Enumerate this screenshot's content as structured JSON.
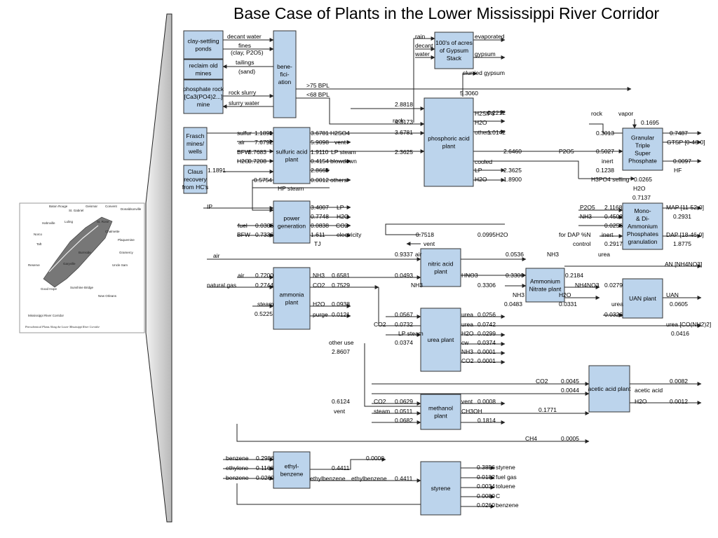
{
  "title": "Base Case of Plants in the Lower Mississippi River Corridor",
  "map": {
    "labels": [
      "Baton Rouge",
      "St. Gabriel",
      "Geismar",
      "Convent",
      "Donaldsonville",
      "Hahnville",
      "Norco",
      "Taft",
      "Luling",
      "St. Rose",
      "Chalmette",
      "Plaquemine",
      "Gramercy",
      "Uncle Sam",
      "Burnside",
      "Garyville",
      "Reserve",
      "Good Hope",
      "Sunshine Bridge",
      "New Orleans",
      "Mississippi River Corridor"
    ],
    "caption": "Petrochemical Plants Along the Lower Mississippi River Corridor"
  },
  "boxes": {
    "clay_ponds": [
      "clay-settling",
      "ponds"
    ],
    "reclaim": [
      "reclaim old",
      "mines"
    ],
    "phos_mine": [
      "phosphate rock",
      "[Ca3(PO4)2...]",
      "mine"
    ],
    "benef": [
      "bene-",
      "fici-",
      "ation"
    ],
    "gypsum": [
      "100's of acres",
      "of Gypsum",
      "Stack"
    ],
    "frasch": [
      "Frasch",
      "mines/",
      "wells"
    ],
    "claus": [
      "Claus",
      "recovery",
      "from HC's"
    ],
    "sulfuric": [
      "sulfuric acid",
      "plant"
    ],
    "phosphoric": [
      "phosphoric acid",
      "plant"
    ],
    "gtsp": [
      "Granular",
      "Triple",
      "Super",
      "Phosphate"
    ],
    "power": [
      "power",
      "generation"
    ],
    "map_dap": [
      "Mono-",
      "& Di-",
      "Ammonium",
      "Phosphates",
      "granulation"
    ],
    "nitric": [
      "nitric acid",
      "plant"
    ],
    "ammonia": [
      "ammonia",
      "plant"
    ],
    "amm_nitrate": [
      "Ammonium",
      "Nitrate plant"
    ],
    "uan": [
      "UAN plant"
    ],
    "urea": [
      "urea plant"
    ],
    "acetic": [
      "acetic acid plant"
    ],
    "methanol": [
      "methanol",
      "plant"
    ],
    "ethylbenzene": [
      "ethyl-",
      "benzene"
    ],
    "styrene": [
      "styrene"
    ]
  },
  "labels": {
    "decant_water": "decant water",
    "fines": "fines",
    "clay_p2o5": "(clay, P2O5)",
    "tailings": "tailings",
    "sand": "(sand)",
    "rock_slurry": "rock slurry",
    "slurry_water": "slurry water",
    "gt75": ">75 BPL",
    "lt68": "<68 BPL",
    "rain": "rain",
    "decant": "decant",
    "water": "water",
    "evaporated": "evaporated",
    "gypsum": "gypsum",
    "slurried_gypsum": "slurried gypsum",
    "v_5_3060": "5.3060",
    "v_2_8818": "2.8818",
    "rock1": "rock",
    "v_4_5173": "4.5173",
    "rock2": "rock",
    "vapor": "vapor",
    "v_0_1695": "0.1695",
    "h2sif6": "H2SiF6",
    "v_0_2212": "0.2212",
    "h2o_p": "H2O",
    "others_p": "others",
    "v_1_0142": "1.0142",
    "sulfur": "sulfur",
    "v_1_1891a": "1.1891",
    "v_3_6781a": "3.6781",
    "h2so4": "H2SO4",
    "v_3_6781b": "3.6781",
    "air_s": "air",
    "v_7_6792": "7.6792",
    "v_5_9098": "5.9098",
    "vent_s": "vent",
    "bfw_s": "BFW",
    "v_5_7683": "5.7683",
    "v_1_9110": "1.9110",
    "lp_steam": "LP steam",
    "v_2_3625a": "2.3625",
    "h2o_s": "H2O",
    "v_0_7208": "0.7208",
    "v_0_4154": "0.4154",
    "blowdown": "blowdown",
    "v_2_8665": "2.8665",
    "v_1_1891b": "1.1891",
    "v_0_5754": "0.5754",
    "v_0_0012a": "0.0012",
    "others_s": "others",
    "hp_steam": "HP steam",
    "v_0_3013": "0.3013",
    "v_0_7487": "0.7487",
    "gtsp_out": "GTSP [0-46-0]",
    "v_2_6460": "2.6460",
    "p2o5_a": "P2O5",
    "v_0_5027": "0.5027",
    "cooled": "cooled",
    "inert_a": "inert",
    "v_0_0097": "0.0097",
    "lp_p": "LP",
    "v_2_3625b": "2.3625",
    "v_0_1238": "0.1238",
    "hf": "HF",
    "h2o_p2": "H2O",
    "v_1_8900": "1.8900",
    "h3po4": "H3PO4 selling",
    "v_0_0265": "0.0265",
    "h2o_m": "H2O",
    "v_0_7137": "0.7137",
    "ip": "IP",
    "v_3_4007": "3.4007",
    "lp_g": "LP",
    "p2o5_b": "P2O5",
    "v_2_1168": "2.1168",
    "map_out": "MAP [11-52-0]",
    "v_0_7748": "0.7748",
    "h2o_g": "H2O",
    "nh3_m": "NH3",
    "v_0_4502": "0.4502",
    "v_0_2931": "0.2931",
    "fuel": "fuel",
    "v_0_0306": "0.0306",
    "v_0_0838": "0.0838",
    "co2_g": "CO2",
    "v_0_0256a": "0.0256",
    "bfw_g": "BFW",
    "v_0_7336": "0.7336",
    "v_1_611": "1.611",
    "electricity": "electricity",
    "inert_b": "inert",
    "dap_out": "DAP [18-46-0]",
    "tj": "TJ",
    "v_0_2917": "0.2917",
    "v_1_8775": "1.8775",
    "for_dap": "for DAP %N",
    "control": "control",
    "v_0_7518": "0.7518",
    "h2o_n": "H2O",
    "v_0_0995": "0.0995",
    "vent_n": "vent",
    "air_main": "air",
    "v_0_9337": "0.9337",
    "air_n": "air",
    "v_0_0536": "0.0536",
    "nh3_n": "NH3",
    "urea_c": "urea",
    "an_out": "AN [NH4NO3]",
    "air_a": "air",
    "v_0_7200": "0.7200",
    "nh3_a": "NH3",
    "v_0_6581": "0.6581",
    "v_0_0493": "0.0493",
    "hno3": "HNO3",
    "v_0_3306a": "0.3306",
    "v_0_2184": "0.2184",
    "natural_gas": "natural gas",
    "v_0_2744": "0.2744",
    "co2_a": "CO2",
    "v_0_7529": "0.7529",
    "nh3_n2": "NH3",
    "v_0_3306b": "0.3306",
    "nh3_an": "NH3",
    "nh4no3": "NH4NO3",
    "v_0_0279": "0.0279",
    "uan_out": "UAN",
    "v_0_0483": "0.0483",
    "v_0_0331": "0.0331",
    "h2o_an": "H2O",
    "steam_a": "steam",
    "h2o_a": "H2O",
    "v_0_0938": "0.0938",
    "urea_u": "urea",
    "v_0_0605": "0.0605",
    "v_0_5225": "0.5225",
    "purge": "purge",
    "v_0_0121": "0.0121",
    "v_0_0326": "0.0326",
    "v_0_0567": "0.0567",
    "urea_o1": "urea",
    "v_0_0256b": "0.0256",
    "urea_out": "urea [CO(NH2)2]",
    "co2_u": "CO2",
    "v_0_0732": "0.0732",
    "urea_o2": "urea",
    "v_0_0742": "0.0742",
    "v_0_0416": "0.0416",
    "lp_steam_u": "LP steam",
    "h2o_u": "H2O",
    "v_0_0299": "0.0299",
    "other_use": "other use",
    "v_0_0374a": "0.0374",
    "cw": "cw",
    "v_0_0374b": "0.0374",
    "v_2_8607": "2.8607",
    "nh3_u": "NH3",
    "v_0_0001a": "0.0001",
    "co2_u2": "CO2",
    "v_0_0001b": "0.0001",
    "co2_ac": "CO2",
    "v_0_0045": "0.0045",
    "v_0_0082": "0.0082",
    "v_0_0044": "0.0044",
    "acetic_out": "acetic acid",
    "v_0_6124": "0.6124",
    "co2_me": "CO2",
    "v_0_0629": "0.0629",
    "vent_me": "vent",
    "v_0_0008": "0.0008",
    "h2o_ac": "H2O",
    "v_0_0012b": "0.0012",
    "vent_me2": "vent",
    "steam_me": "steam",
    "v_0_0511": "0.0511",
    "ch3oh": "CH3OH",
    "v_0_1771": "0.1771",
    "v_0_0682": "0.0682",
    "v_0_1814": "0.1814",
    "ch4": "CH4",
    "v_0_0005": "0.0005",
    "benzene1": "benzene",
    "v_0_2986": "0.2986",
    "v_0_0000": "0.0000",
    "ethylene": "ethylene",
    "v_0_1166": "0.1166",
    "v_0_4411a": "0.4411",
    "benzene2": "benzene",
    "v_0_0260a": "0.0260",
    "ethylbenzene1": "ethylbenzene",
    "ethylbenzene2": "ethylbenzene",
    "v_0_4411b": "0.4411",
    "v_0_3856": "0.3856",
    "styrene_o": "styrene",
    "v_0_0182": "0.0182",
    "fuel_gas": "fuel gas",
    "v_0_0034": "0.0034",
    "toluene": "toluene",
    "v_0_0080": "0.0080",
    "carbon": "C",
    "v_0_0260b": "0.0260",
    "benzene_o": "benzene"
  }
}
